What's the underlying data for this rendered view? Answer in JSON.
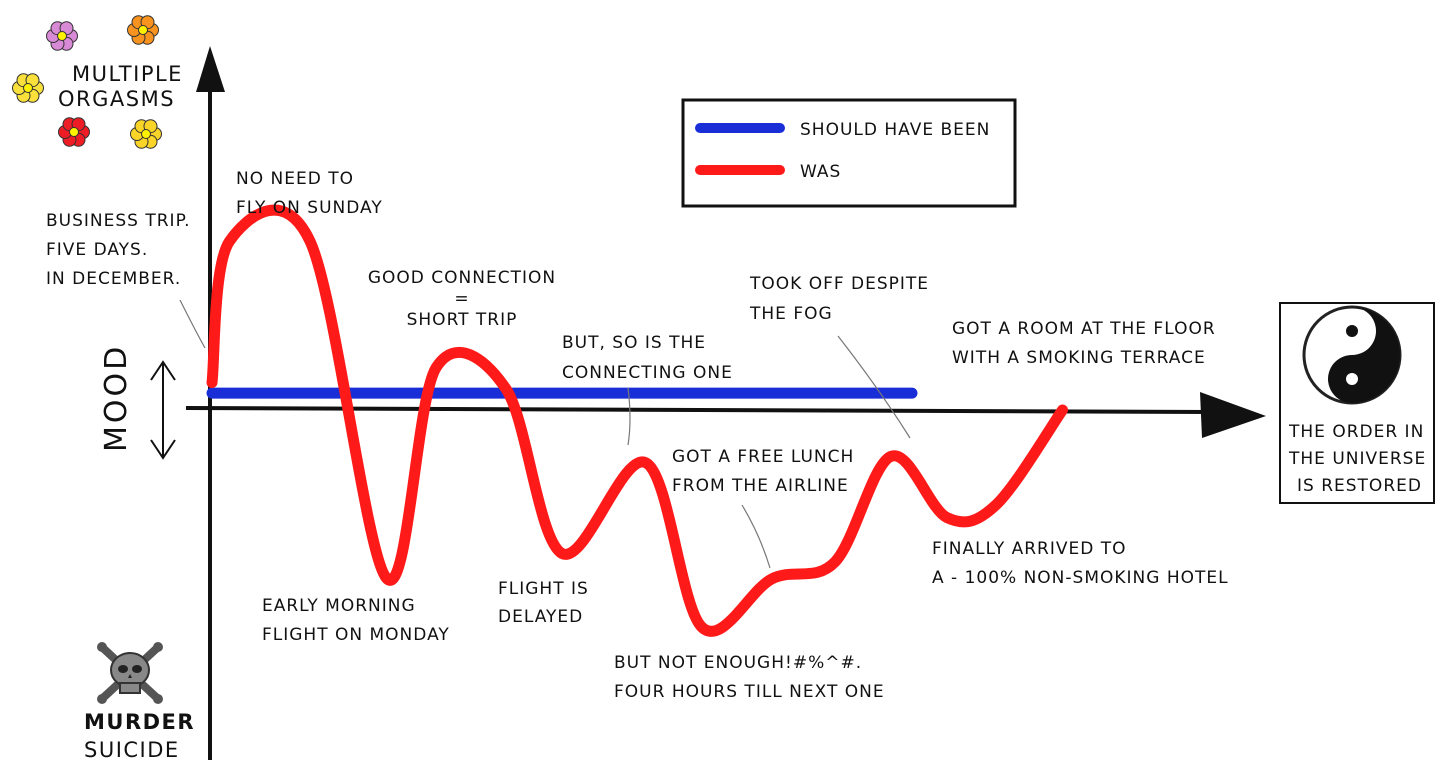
{
  "chart_data": {
    "type": "line",
    "title": "",
    "ylabel": "MOOD",
    "y_top_label_lines": [
      "MULTIPLE",
      "ORGASMS"
    ],
    "y_bottom_label_lines": [
      "MURDER",
      "SUICIDE"
    ],
    "ylim": [
      -10,
      10
    ],
    "grid": false,
    "legend": {
      "position": "top-center",
      "entries": [
        "SHOULD HAVE BEEN",
        "WAS"
      ]
    },
    "series": [
      {
        "name": "SHOULD HAVE BEEN",
        "color": "#1a2ed8",
        "x": [
          0,
          1,
          2,
          3,
          4,
          5,
          6,
          7,
          8,
          9,
          10
        ],
        "y": [
          0.8,
          0.8,
          0.8,
          0.8,
          0.8,
          0.8,
          0.8,
          0.8,
          0.8,
          0.8,
          0.8
        ]
      },
      {
        "name": "WAS",
        "color": "#ff1a1a",
        "x": [
          0,
          0.25,
          1.4,
          2.5,
          3.2,
          4.2,
          5.0,
          6.2,
          7.0,
          8.0,
          8.9,
          9.7,
          10.5,
          11.2,
          12.15
        ],
        "y": [
          1.3,
          8.0,
          8.0,
          -8.0,
          2.0,
          1.0,
          -6.8,
          -2.5,
          -10.3,
          -8.0,
          -7.2,
          -2.2,
          -5.1,
          -4.5,
          0.0
        ]
      }
    ],
    "annotations": [
      {
        "id": "business-trip",
        "lines": [
          "BUSINESS TRIP.",
          "FIVE DAYS.",
          "IN DECEMBER."
        ]
      },
      {
        "id": "no-need",
        "lines": [
          "NO NEED TO",
          "FLY ON SUNDAY"
        ]
      },
      {
        "id": "good-connection",
        "lines": [
          "GOOD CONNECTION",
          "=",
          "SHORT TRIP"
        ]
      },
      {
        "id": "connecting-one",
        "lines": [
          "BUT, SO IS THE",
          "CONNECTING ONE"
        ]
      },
      {
        "id": "took-off",
        "lines": [
          "TOOK OFF DESPITE",
          "THE FOG"
        ]
      },
      {
        "id": "room-floor",
        "lines": [
          "GOT A ROOM AT THE FLOOR",
          "WITH A SMOKING TERRACE"
        ]
      },
      {
        "id": "free-lunch",
        "lines": [
          "GOT A FREE LUNCH",
          "FROM THE AIRLINE"
        ]
      },
      {
        "id": "early-morning",
        "lines": [
          "EARLY MORNING",
          "FLIGHT ON MONDAY"
        ]
      },
      {
        "id": "flight-delayed",
        "lines": [
          "FLIGHT IS",
          "DELAYED"
        ]
      },
      {
        "id": "not-enough",
        "lines": [
          "BUT NOT ENOUGH!#%^#.",
          "FOUR HOURS TILL NEXT ONE"
        ]
      },
      {
        "id": "finally-arrived",
        "lines": [
          "FINALLY ARRIVED TO",
          "A - 100% NON-SMOKING HOTEL"
        ]
      }
    ],
    "end_box_lines": [
      "THE ORDER IN",
      "THE UNIVERSE",
      "IS RESTORED"
    ]
  },
  "icons": {
    "top": [
      "flower-icon",
      "yin-yang-icon"
    ],
    "bottom": [
      "skull-crossbones-icon"
    ],
    "flower_colors": [
      "#d98ad6",
      "#f7931e",
      "#f9e03a",
      "#ee1c24",
      "#fbd428"
    ]
  }
}
